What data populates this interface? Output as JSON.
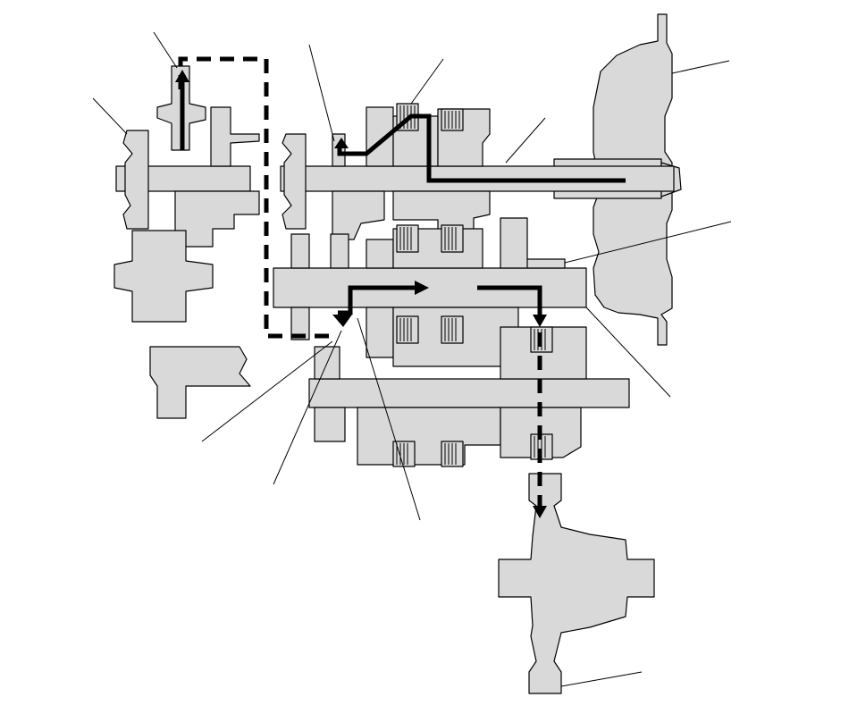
{
  "diagram": {
    "kind": "transmission-power-flow-cross-section",
    "colors": {
      "part_fill": "#d9d9d9",
      "outline": "#000000",
      "background": "#ffffff"
    },
    "callouts": [],
    "flow_styles": {
      "solid": "power-flow",
      "dashed": "power-flow-dashed"
    }
  }
}
